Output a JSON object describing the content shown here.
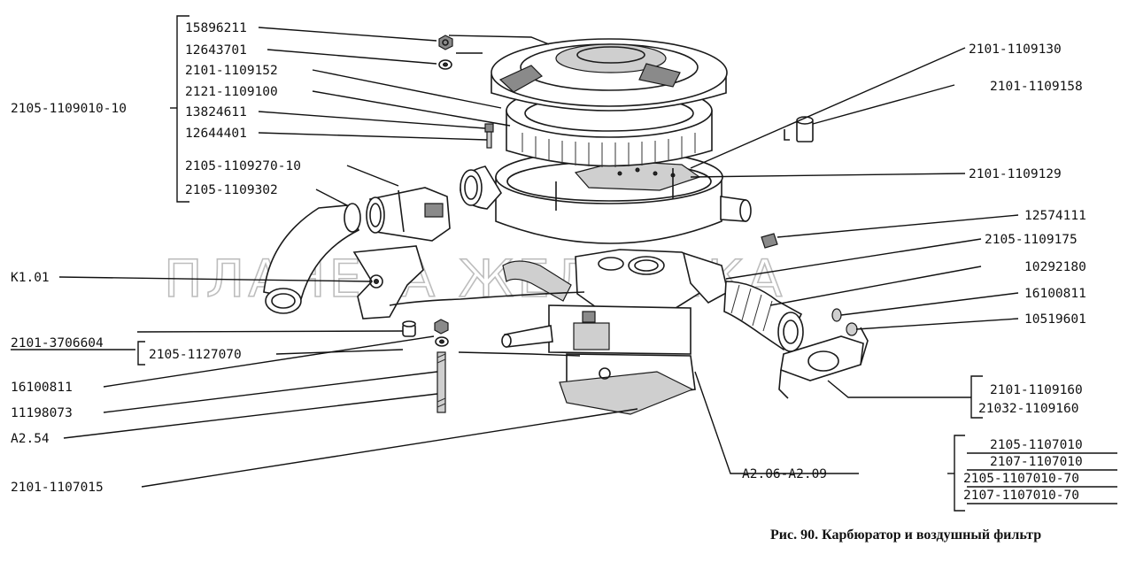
{
  "watermark": "ПЛАНЕТА ЖЕЛЕЗЯКА",
  "caption": "Рис. 90. Карбюратор и воздушный фильтр",
  "labels": {
    "p15896211": "15896211",
    "p12643701": "12643701",
    "p2101_1109152": "2101-1109152",
    "p2121_1109100": "2121-1109100",
    "p13824611": "13824611",
    "p12644401": "12644401",
    "p2105_1109270_10": "2105-1109270-10",
    "p2105_1109302": "2105-1109302",
    "p2105_1109010_10": "2105-1109010-10",
    "pK1_01": "K1.01",
    "p2101_3706604": "2101-3706604",
    "p2105_1127070": "2105-1127070",
    "p16100811_left": "16100811",
    "p11198073": "11198073",
    "pA2_54": "A2.54",
    "p2101_1107015": "2101-1107015",
    "p2101_1109130": "2101-1109130",
    "p2101_1109158": "2101-1109158",
    "p2101_1109129": "2101-1109129",
    "p12574111": "12574111",
    "p2105_1109175": "2105-1109175",
    "p10292180": "10292180",
    "p16100811_right": "16100811",
    "p10519601": "10519601",
    "p2101_1109160": "2101-1109160",
    "p21032_1109160": "21032-1109160",
    "pA2_06_A2_09": "A2.06-A2.09",
    "p2105_1107010": "2105-1107010",
    "p2107_1107010": "2107-1107010",
    "p2105_1107010_70": "2105-1107010-70",
    "p2107_1107010_70": "2107-1107010-70"
  }
}
